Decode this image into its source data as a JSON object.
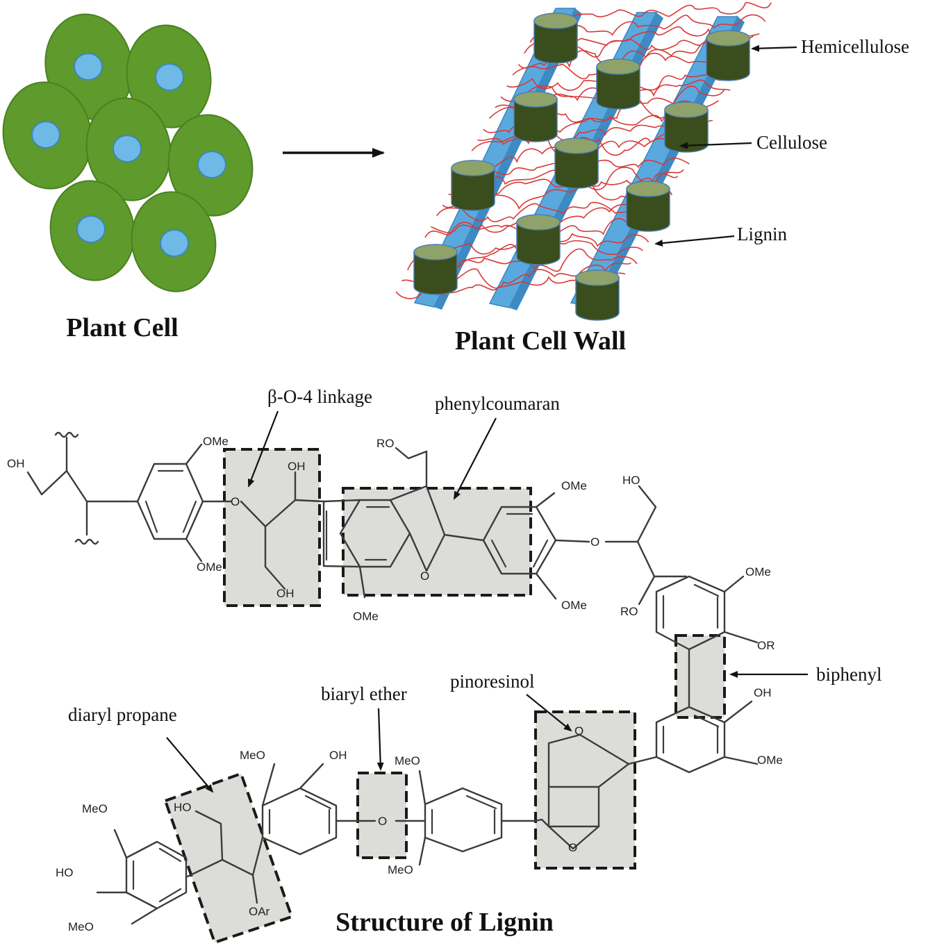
{
  "top": {
    "plant_cell_title": "Plant Cell",
    "plant_cell_wall_title": "Plant Cell Wall",
    "labels": {
      "hemicellulose": "Hemicellulose",
      "cellulose": "Cellulose",
      "lignin": "Lignin"
    }
  },
  "bottom": {
    "title": "Structure of Lignin",
    "linkage_labels": {
      "beta_o_4": "β-O-4 linkage",
      "phenylcoumaran": "phenylcoumaran",
      "biphenyl": "biphenyl",
      "pinoresinol": "pinoresinol",
      "biaryl_ether": "biaryl ether",
      "diaryl_propane": "diaryl propane"
    },
    "atoms": {
      "oh": "OH",
      "ome": "OMe",
      "meo": "MeO",
      "ho": "HO",
      "ro": "RO",
      "or": "OR",
      "o": "O",
      "oar": "OAr"
    }
  },
  "colors": {
    "cell_body": "#5e9a2c",
    "nucleus": "#6fb9e6",
    "microfibril": "#5aa9de",
    "cylinder_body": "#3a4d1c",
    "cylinder_top": "#8fa26a",
    "lignin_strand": "#d83838",
    "box_fill": "#dcdcd8"
  }
}
